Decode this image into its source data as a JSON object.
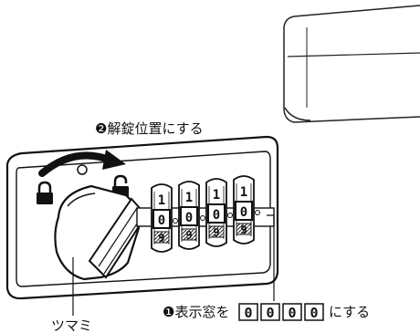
{
  "steps": {
    "step2": {
      "marker": "❷",
      "text": "解錠位置にする"
    },
    "step1": {
      "marker": "❶",
      "prefix": "表示窓を",
      "code_digits": [
        "0",
        "0",
        "0",
        "0"
      ],
      "suffix": "にする"
    }
  },
  "knob_label": "ツマミ",
  "dial_top_numbers": [
    "1",
    "1",
    "1",
    "1"
  ],
  "dial_window_numbers": [
    "0",
    "0",
    "0",
    "0"
  ],
  "dial_bottom_numbers": [
    "9",
    "9",
    "9",
    "9"
  ],
  "icons": {
    "left": "lock-closed-icon",
    "right": "lock-open-icon",
    "rotation": "curved-arrow-icon"
  }
}
